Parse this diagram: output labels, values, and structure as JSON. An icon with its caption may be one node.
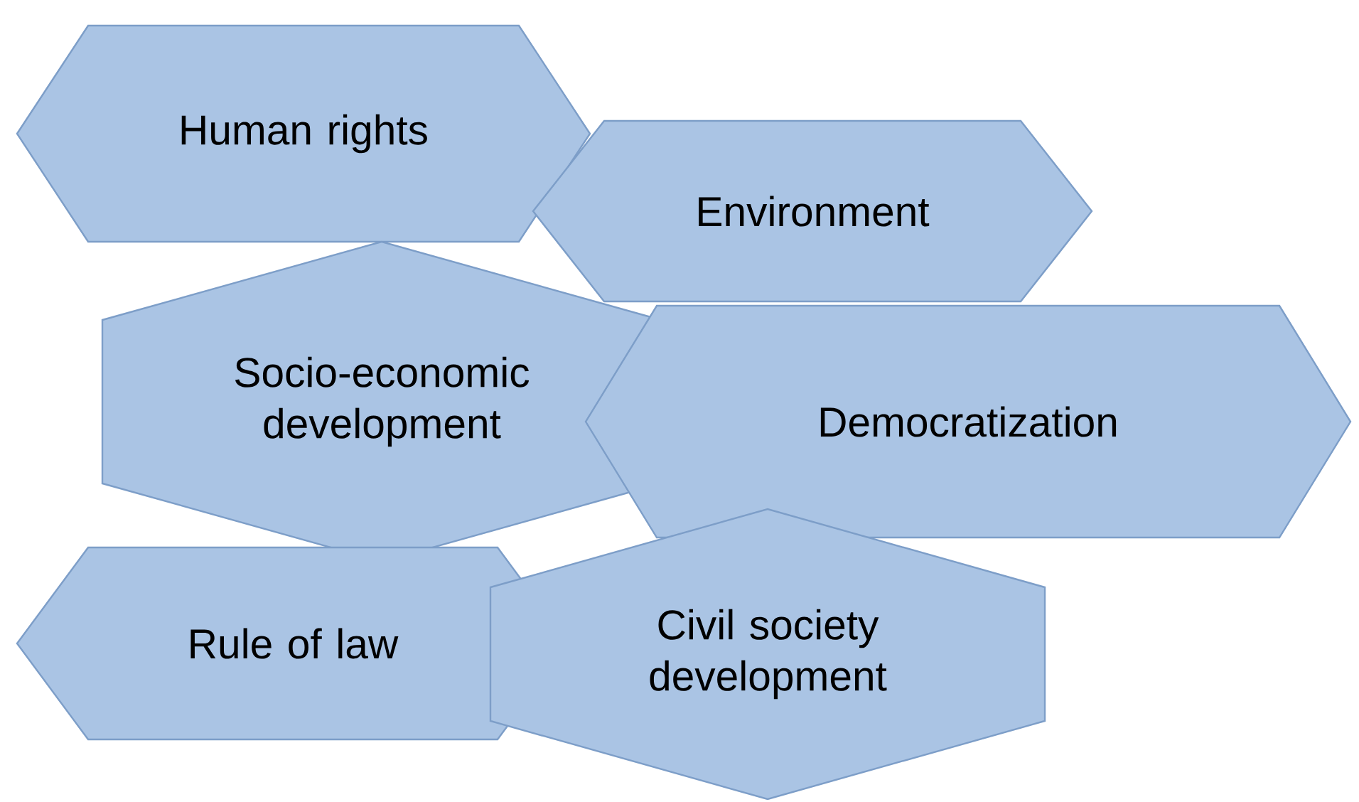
{
  "diagram": {
    "nodes": [
      {
        "text": [
          "Human rights"
        ]
      },
      {
        "text": [
          "Environment"
        ]
      },
      {
        "text": [
          "Socio-economic development"
        ]
      },
      {
        "text": [
          "Democratization"
        ]
      },
      {
        "text": [
          "Rule of law"
        ]
      },
      {
        "text": [
          "Civil society development"
        ]
      }
    ]
  }
}
